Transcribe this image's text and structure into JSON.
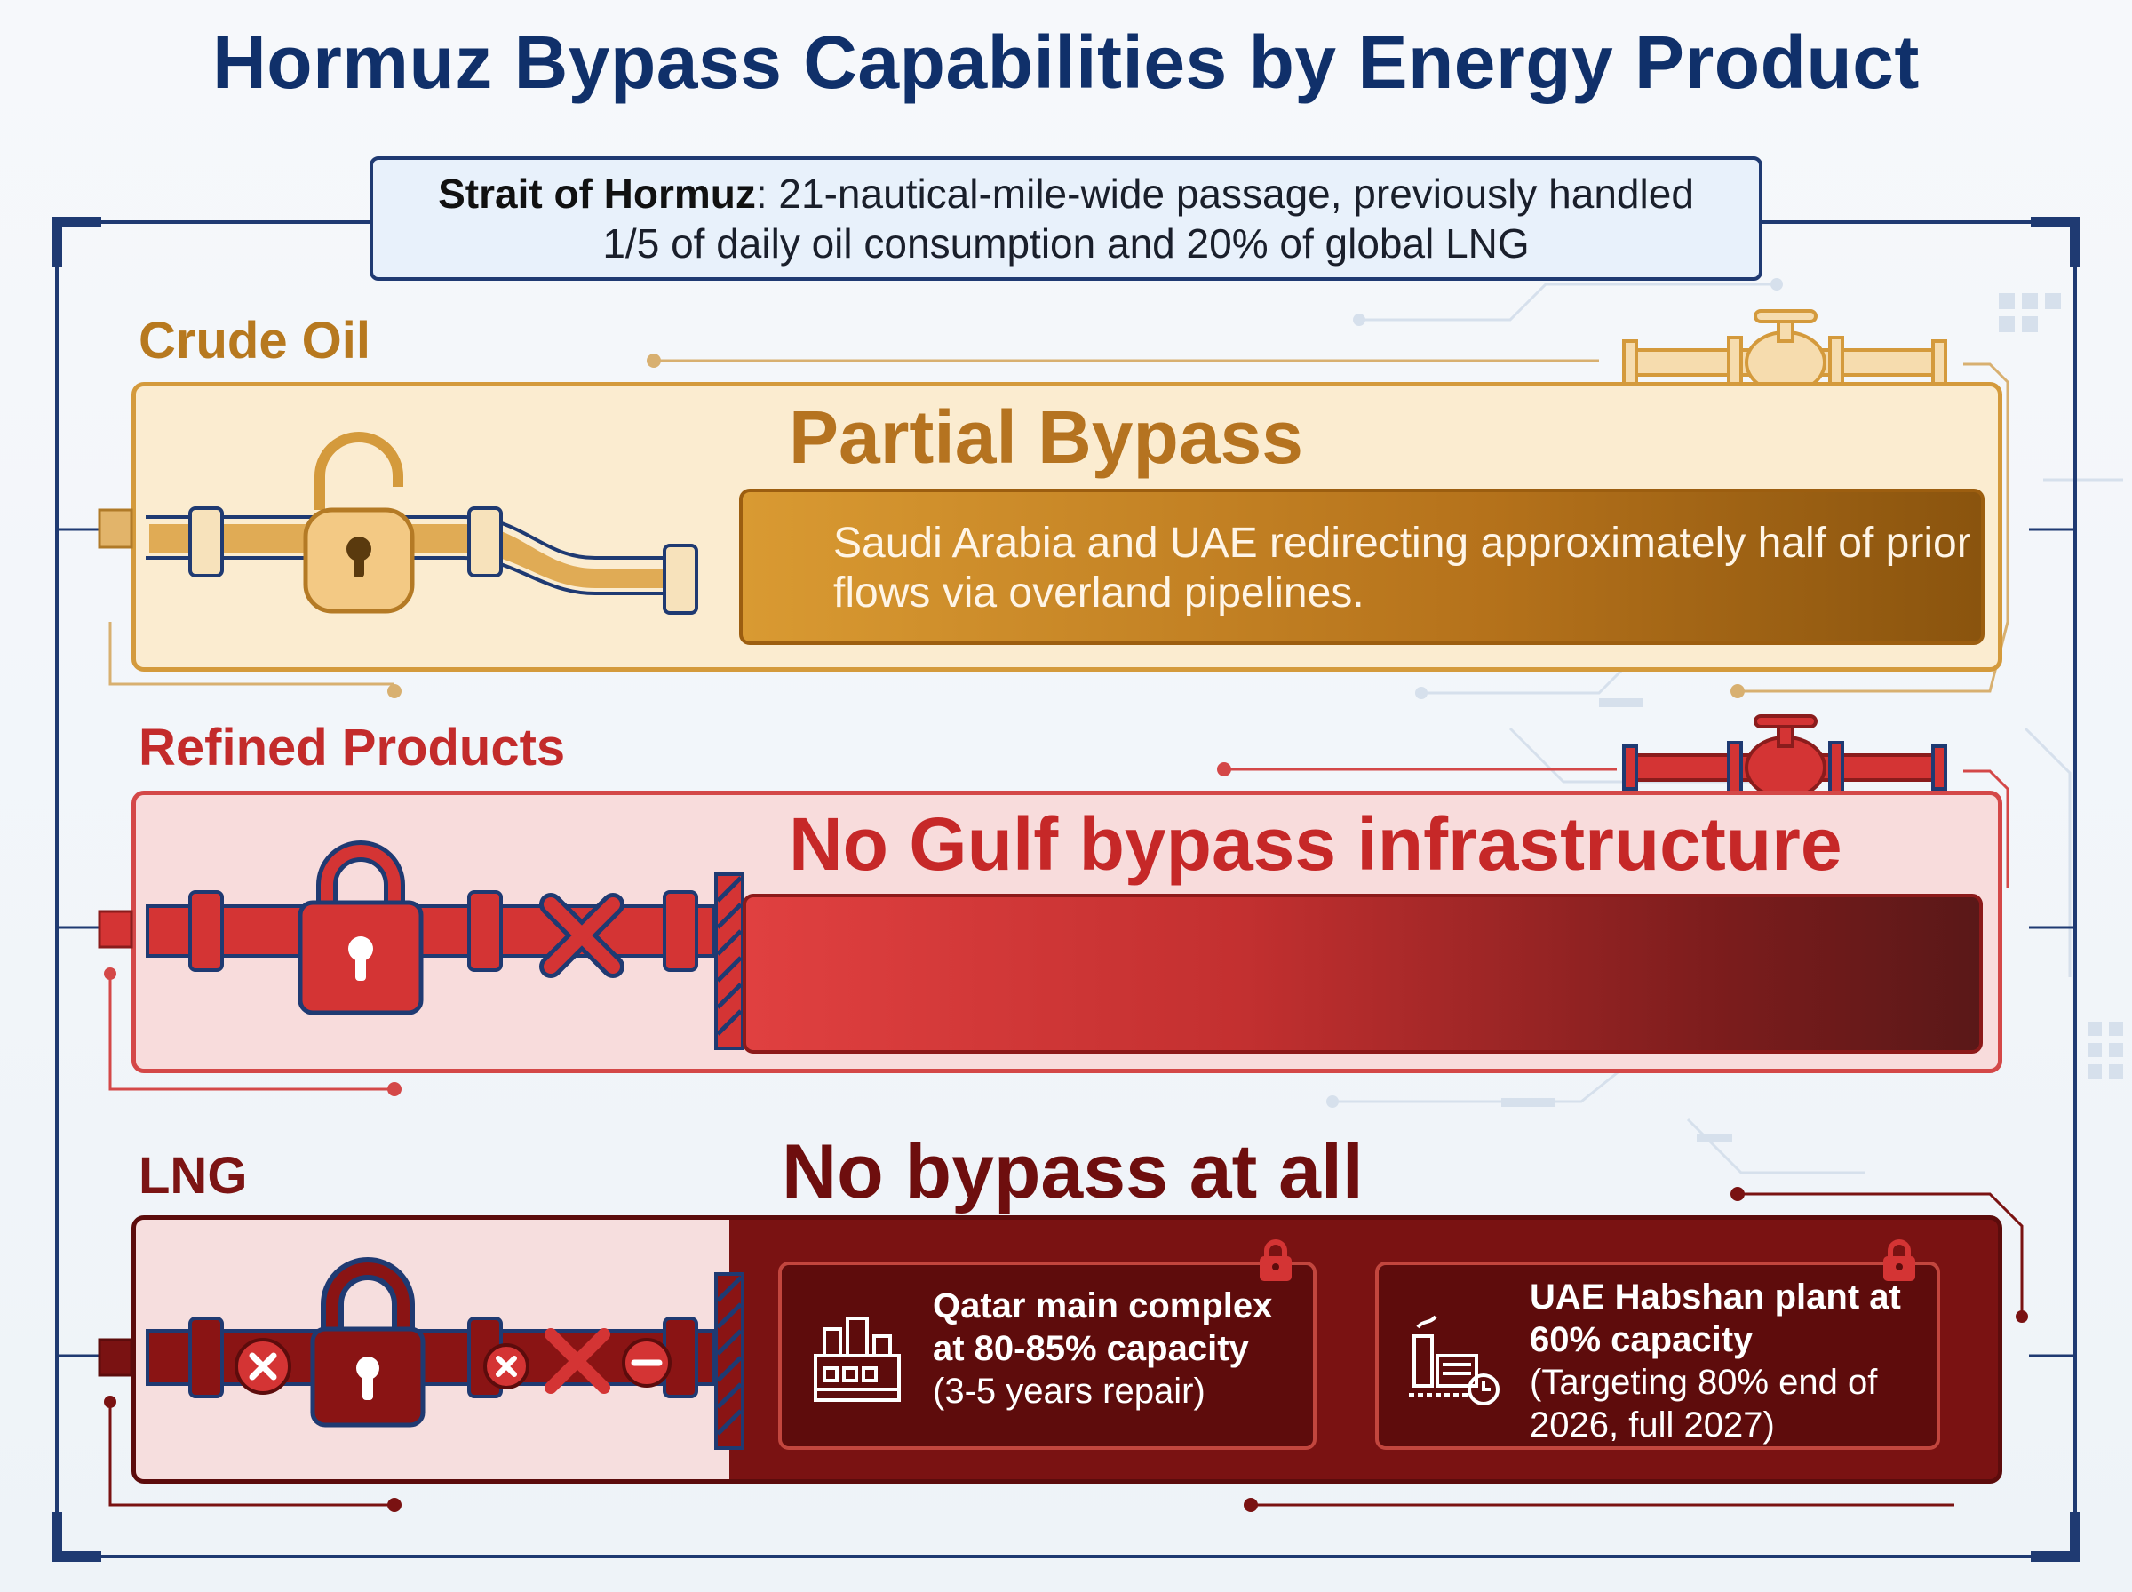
{
  "title": "Hormuz Bypass Capabilities by Energy Product",
  "strait": {
    "name": "Strait of Hormuz",
    "line1_rest": ": 21-nautical-mile-wide passage, previously handled",
    "line2": "1/5 of daily oil consumption and 20% of global LNG"
  },
  "crude": {
    "label": "Crude Oil",
    "status": "Partial Bypass",
    "description": "Saudi Arabia and UAE redirecting approximately half of prior flows via overland pipelines.",
    "icon": "unlocked-padlock-icon",
    "color": "#d49a3c"
  },
  "refined": {
    "label": "Refined Products",
    "status": "No Gulf bypass infrastructure",
    "icon": "locked-padlock-icon",
    "color": "#d44848"
  },
  "lng": {
    "label": "LNG",
    "status": "No bypass at all",
    "icon": "locked-padlock-icon",
    "color": "#7a1212",
    "qatar": {
      "title": "Qatar main complex at 80-85% capacity",
      "note": "(3-5 years repair)",
      "icon": "refinery-icon"
    },
    "uae": {
      "title": "UAE Habshan plant at 60% capacity",
      "note": "(Targeting 80% end of 2026, full 2027)",
      "icon": "plant-clock-icon"
    }
  }
}
